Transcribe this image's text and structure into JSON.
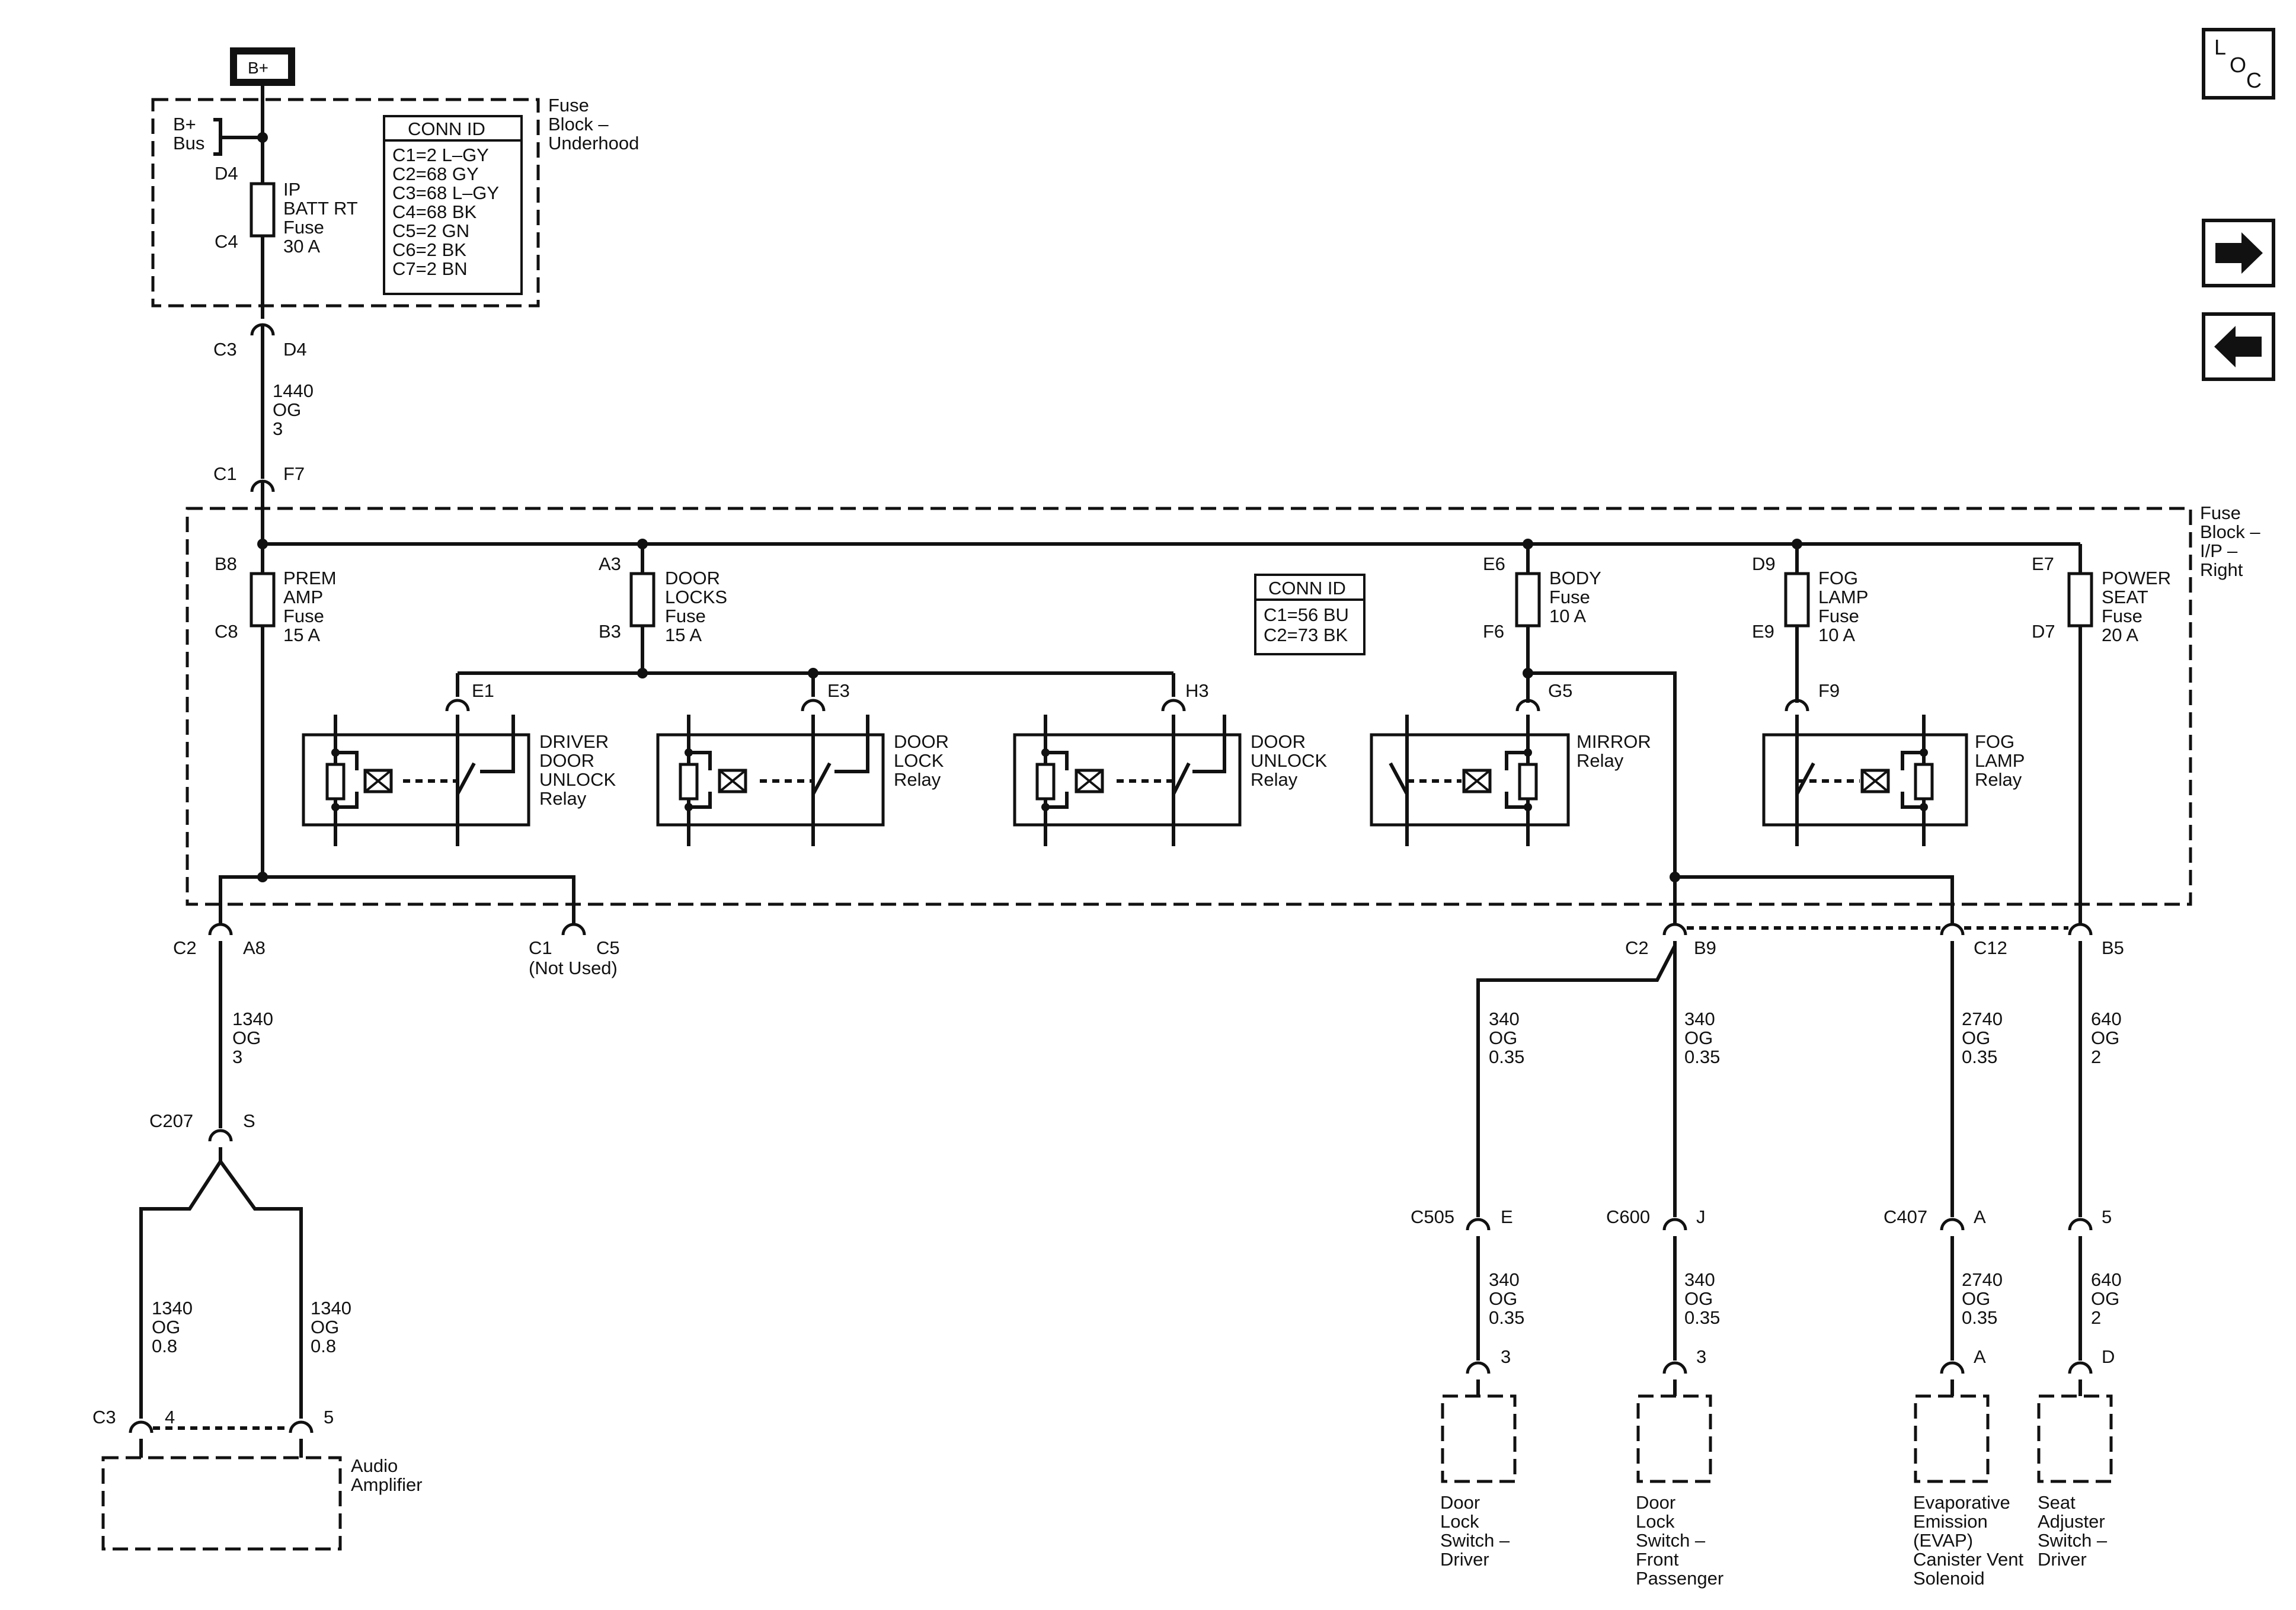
{
  "source": "B+",
  "nav": {
    "loc": [
      "L",
      "O",
      "C"
    ],
    "next_icon": "arrow-right-icon",
    "prev_icon": "arrow-left-icon"
  },
  "fuse_block_underhood": {
    "name": [
      "Fuse",
      "Block –",
      "Underhood"
    ],
    "bus": [
      "B+",
      "Bus"
    ],
    "fuse": [
      "IP",
      "BATT RT",
      "Fuse",
      "30 A"
    ],
    "pin_in": "D4",
    "pin_out": "C4",
    "conn_id": {
      "header": "CONN ID",
      "rows": [
        "C1=2 L–GY",
        "C2=68 GY",
        "C3=68 L–GY",
        "C4=68 BK",
        "C5=2 GN",
        "C6=2 BK",
        "C7=2 BN"
      ]
    },
    "out_connector": [
      "C3",
      "D4"
    ]
  },
  "wire_main": [
    "1440",
    "OG",
    "3"
  ],
  "ip_input": [
    "C1",
    "F7"
  ],
  "fuse_block_ip": {
    "name": [
      "Fuse",
      "Block –",
      "I/P –",
      "Right"
    ],
    "conn_id": {
      "header": "CONN ID",
      "rows": [
        "C1=56 BU",
        "C2=73 BK"
      ]
    },
    "fuses": [
      {
        "in": "B8",
        "out": "C8",
        "label": [
          "PREM",
          "AMP",
          "Fuse",
          "15 A"
        ]
      },
      {
        "in": "A3",
        "out": "B3",
        "label": [
          "DOOR",
          "LOCKS",
          "Fuse",
          "15 A"
        ]
      },
      {
        "in": "E6",
        "out": "F6",
        "label": [
          "BODY",
          "Fuse",
          "10 A"
        ]
      },
      {
        "in": "D9",
        "out": "E9",
        "label": [
          "FOG",
          "LAMP",
          "Fuse",
          "10 A"
        ]
      },
      {
        "in": "E7",
        "out": "D7",
        "label": [
          "POWER",
          "SEAT",
          "Fuse",
          "20 A"
        ]
      }
    ],
    "relays": [
      {
        "pin": "E1",
        "label": [
          "DRIVER",
          "DOOR",
          "UNLOCK",
          "Relay"
        ]
      },
      {
        "pin": "E3",
        "label": [
          "DOOR",
          "LOCK",
          "Relay"
        ]
      },
      {
        "pin": "H3",
        "label": [
          "DOOR",
          "UNLOCK",
          "Relay"
        ]
      },
      {
        "pin": "G5",
        "label": [
          "MIRROR",
          "Relay"
        ]
      },
      {
        "pin": "F9",
        "label": [
          "FOG",
          "LAMP",
          "Relay"
        ]
      }
    ]
  },
  "outputs": {
    "amp": {
      "conn": "C2",
      "pin": "A8"
    },
    "not_used": {
      "conn": "C1",
      "pin": "C5",
      "note": "(Not Used)"
    },
    "b9": {
      "conn": "C2",
      "pin": "B9"
    },
    "c12": "C12",
    "b5": "B5"
  },
  "wires": {
    "amp_feed": [
      "1340",
      "OG",
      "3"
    ],
    "amp_left": [
      "1340",
      "OG",
      "0.8"
    ],
    "amp_right": [
      "1340",
      "OG",
      "0.8"
    ],
    "driver_switch_upper": [
      "340",
      "OG",
      "0.35"
    ],
    "driver_switch_lower": [
      "340",
      "OG",
      "0.35"
    ],
    "pass_switch_upper": [
      "340",
      "OG",
      "0.35"
    ],
    "pass_switch_lower": [
      "340",
      "OG",
      "0.35"
    ],
    "evap_upper": [
      "2740",
      "OG",
      "0.35"
    ],
    "evap_lower": [
      "2740",
      "OG",
      "0.35"
    ],
    "seat_upper": [
      "640",
      "OG",
      "2"
    ],
    "seat_lower": [
      "640",
      "OG",
      "2"
    ]
  },
  "splice": {
    "conn": "C207",
    "pin": "S"
  },
  "amplifier": {
    "conn": "C3",
    "pin_left": "4",
    "pin_right": "5",
    "label": [
      "Audio",
      "Amplifier"
    ]
  },
  "inline_connectors": [
    {
      "conn": "C505",
      "pin": "E"
    },
    {
      "conn": "C600",
      "pin": "J"
    },
    {
      "conn": "C407",
      "pin": "A"
    },
    {
      "conn": "",
      "pin": "5"
    }
  ],
  "components": [
    {
      "pin": "3",
      "label": [
        "Door",
        "Lock",
        "Switch –",
        "Driver"
      ]
    },
    {
      "pin": "3",
      "label": [
        "Door",
        "Lock",
        "Switch –",
        "Front",
        "Passenger"
      ]
    },
    {
      "pin": "A",
      "label": [
        "Evaporative",
        "Emission",
        "(EVAP)",
        "Canister Vent",
        "Solenoid"
      ]
    },
    {
      "pin": "D",
      "label": [
        "Seat",
        "Adjuster",
        "Switch –",
        "Driver"
      ]
    }
  ]
}
